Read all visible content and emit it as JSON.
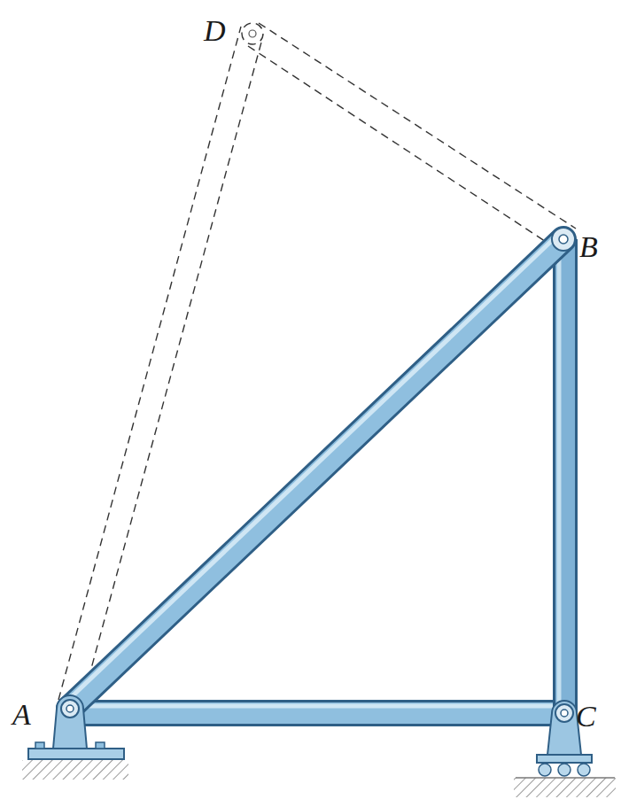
{
  "diagram": {
    "labels": [
      "D",
      "B",
      "A",
      "C"
    ]
  }
}
